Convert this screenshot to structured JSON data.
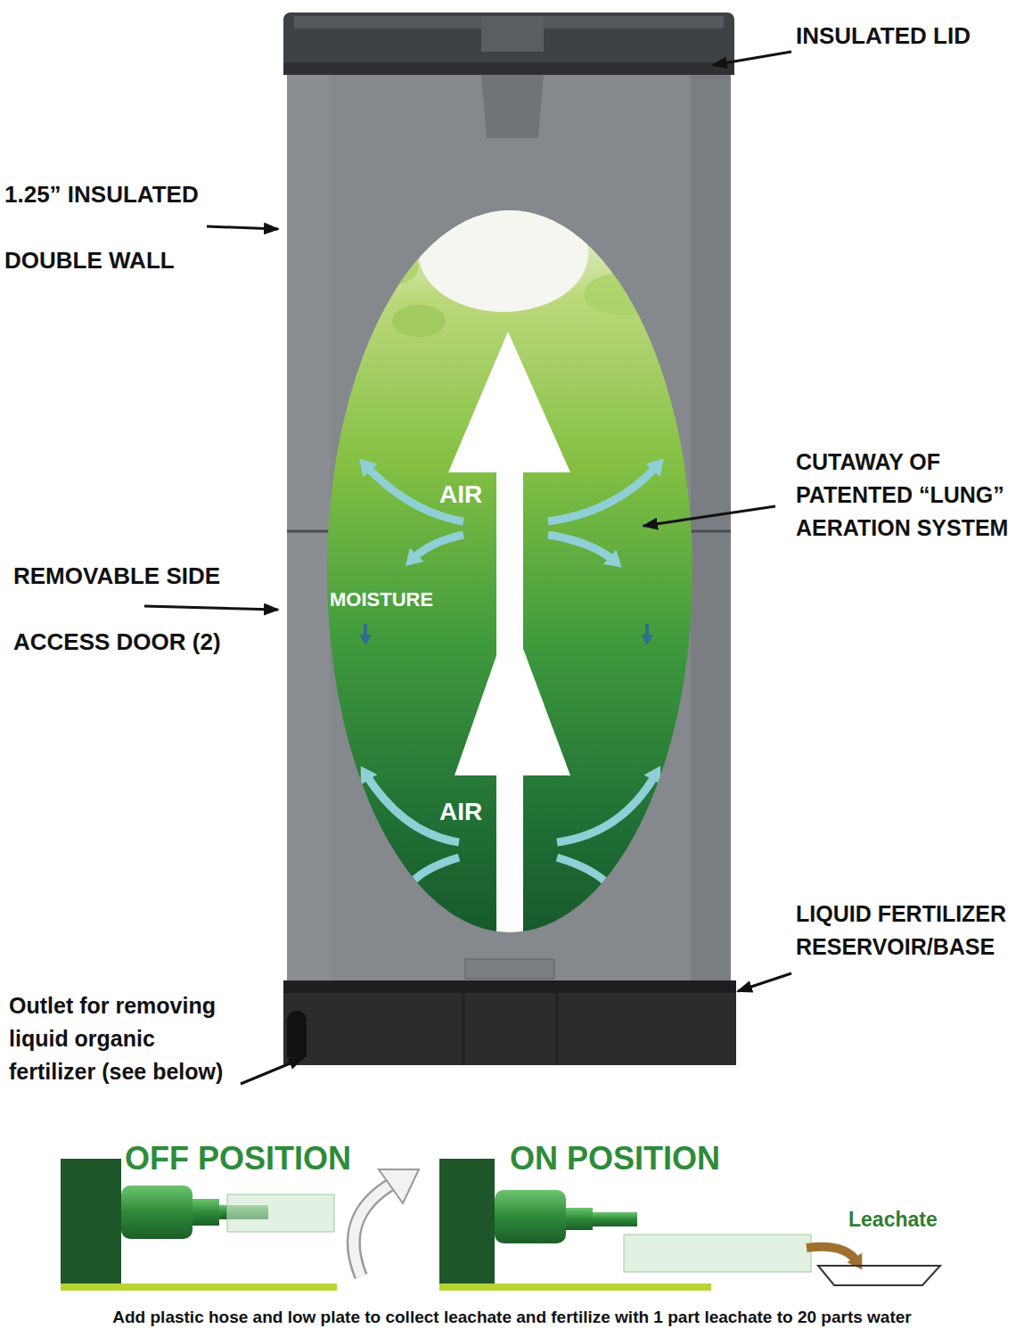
{
  "diagram": {
    "caption": "Add plastic hose and low plate to collect leachate and fertilize with 1 part leachate to 20 parts water",
    "labels": [
      "INSULATED LID",
      "1.25” INSULATED DOUBLE WALL",
      "CUTAWAY OF PATENTED “LUNG” AERATION SYSTEM",
      "REMOVABLE SIDE ACCESS DOOR (2)",
      "LIQUID FERTILIZER RESERVOIR/BASE",
      "Outlet for removing liquid organic fertilizer (see below)",
      "AIR",
      "MOISTURE",
      "AIR",
      "OFF POSITION",
      "ON POSITION",
      "Leachate"
    ]
  }
}
